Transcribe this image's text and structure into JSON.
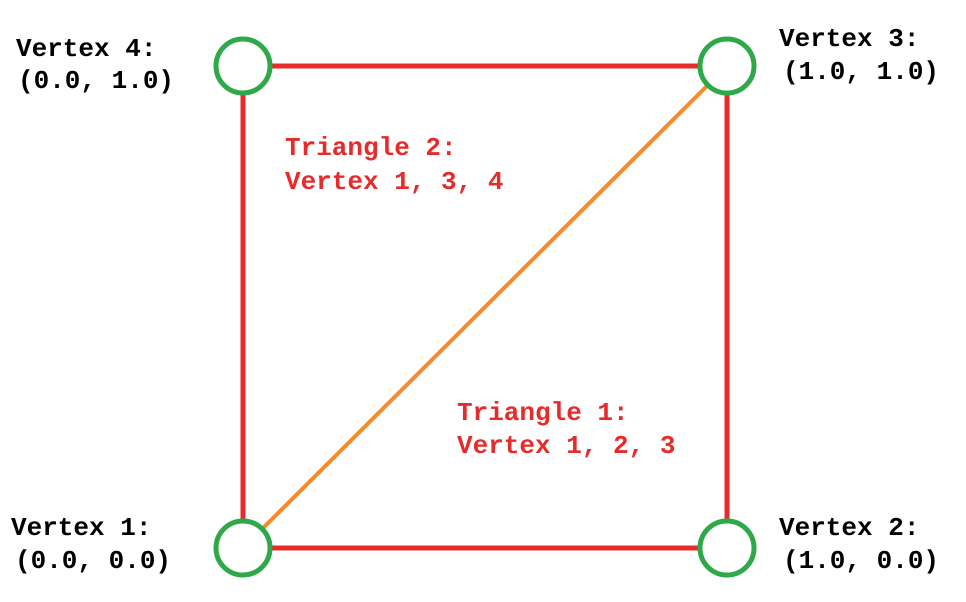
{
  "colors": {
    "edge": "#e52b2b",
    "diagonal": "#f58a2e",
    "vertex_ring": "#2fa84a",
    "vertex_fill": "#ffffff",
    "vertex_text": "#000000",
    "triangle_text": "#e52b2b"
  },
  "vertices": {
    "v1": {
      "name": "Vertex 1:",
      "coords": "(0.0, 0.0)"
    },
    "v2": {
      "name": "Vertex 2:",
      "coords": "(1.0, 0.0)"
    },
    "v3": {
      "name": "Vertex 3:",
      "coords": "(1.0, 1.0)"
    },
    "v4": {
      "name": "Vertex 4:",
      "coords": "(0.0, 1.0)"
    }
  },
  "triangles": {
    "t1": {
      "title": "Triangle 1:",
      "verts": "Vertex 1, 2, 3"
    },
    "t2": {
      "title": "Triangle 2:",
      "verts": "Vertex 1, 3, 4"
    }
  }
}
